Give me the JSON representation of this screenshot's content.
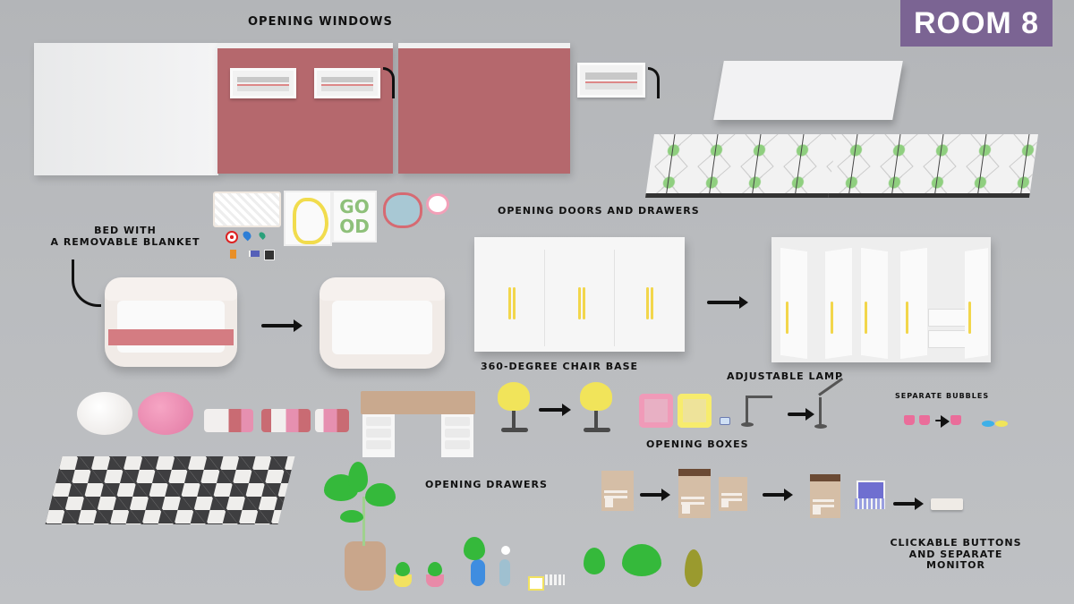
{
  "badge": {
    "title": "ROOM 8",
    "color": "#7b6493"
  },
  "annotations": {
    "opening_windows": "Opening windows",
    "bed": [
      "Bed with",
      "a removable blanket"
    ],
    "opening_doors": "Opening doors and drawers",
    "chair": "360-degree chair base",
    "adjustable_lamp": "Adjustable lamp",
    "separate_bubbles": "Separate bubbles",
    "opening_drawers": "Opening drawers",
    "opening_boxes": "Opening boxes",
    "clickable_buttons": [
      "Clickable buttons",
      "and separate monitor"
    ]
  },
  "decor": {
    "posters": [
      "wicker panel",
      "squiggle poster",
      "GOOD poster",
      "flower mirror",
      "flower light"
    ],
    "good_poster_text": [
      "GO",
      "OD"
    ],
    "icons": [
      "target-icon",
      "map-pin-blue-icon",
      "map-pin-green-icon",
      "bookmark-icon",
      "flag-icon",
      "floppy-disk-icon"
    ]
  },
  "colors": {
    "wall_pink": "#b5686d",
    "blanket": "#d47c82",
    "chair_yellow": "#f1e45a",
    "handle_yellow": "#f2d64b",
    "tile_green": "#8fcf7f",
    "box_cardboard": "#d5bea6",
    "plant_green": "#35b93b"
  }
}
